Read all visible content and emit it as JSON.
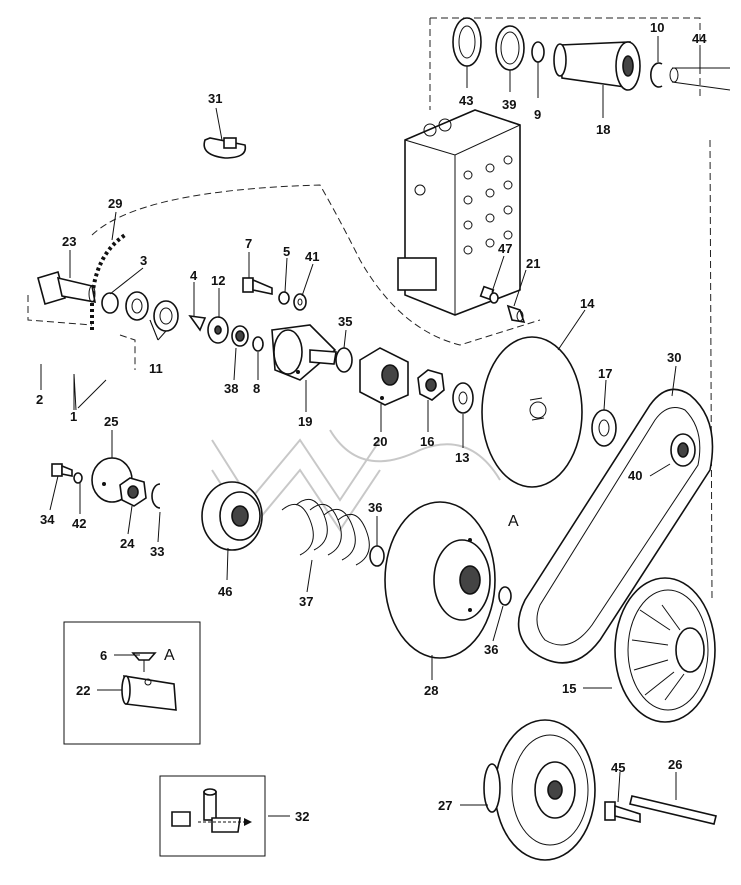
{
  "diagram": {
    "callouts": [
      {
        "id": "43",
        "text": "43"
      },
      {
        "id": "39",
        "text": "39"
      },
      {
        "id": "9",
        "text": "9"
      },
      {
        "id": "18",
        "text": "18"
      },
      {
        "id": "10",
        "text": "10"
      },
      {
        "id": "44",
        "text": "44"
      },
      {
        "id": "31",
        "text": "31"
      },
      {
        "id": "29",
        "text": "29"
      },
      {
        "id": "23",
        "text": "23"
      },
      {
        "id": "3",
        "text": "3"
      },
      {
        "id": "4",
        "text": "4"
      },
      {
        "id": "12",
        "text": "12"
      },
      {
        "id": "7",
        "text": "7"
      },
      {
        "id": "5",
        "text": "5"
      },
      {
        "id": "41",
        "text": "41"
      },
      {
        "id": "47",
        "text": "47"
      },
      {
        "id": "21",
        "text": "21"
      },
      {
        "id": "14",
        "text": "14"
      },
      {
        "id": "35",
        "text": "35"
      },
      {
        "id": "11",
        "text": "11"
      },
      {
        "id": "2",
        "text": "2"
      },
      {
        "id": "1",
        "text": "1"
      },
      {
        "id": "38",
        "text": "38"
      },
      {
        "id": "8",
        "text": "8"
      },
      {
        "id": "19",
        "text": "19"
      },
      {
        "id": "20",
        "text": "20"
      },
      {
        "id": "16",
        "text": "16"
      },
      {
        "id": "13",
        "text": "13"
      },
      {
        "id": "17",
        "text": "17"
      },
      {
        "id": "30",
        "text": "30"
      },
      {
        "id": "40",
        "text": "40"
      },
      {
        "id": "25",
        "text": "25"
      },
      {
        "id": "34",
        "text": "34"
      },
      {
        "id": "42",
        "text": "42"
      },
      {
        "id": "24",
        "text": "24"
      },
      {
        "id": "33",
        "text": "33"
      },
      {
        "id": "46",
        "text": "46"
      },
      {
        "id": "37",
        "text": "37"
      },
      {
        "id": "36a",
        "text": "36"
      },
      {
        "id": "36b",
        "text": "36"
      },
      {
        "id": "28",
        "text": "28"
      },
      {
        "id": "15",
        "text": "15"
      },
      {
        "id": "6",
        "text": "6"
      },
      {
        "id": "22",
        "text": "22"
      },
      {
        "id": "32",
        "text": "32"
      },
      {
        "id": "27",
        "text": "27"
      },
      {
        "id": "45",
        "text": "45"
      },
      {
        "id": "26",
        "text": "26"
      }
    ],
    "marker_A_main": "A",
    "marker_A_inset": "A"
  }
}
